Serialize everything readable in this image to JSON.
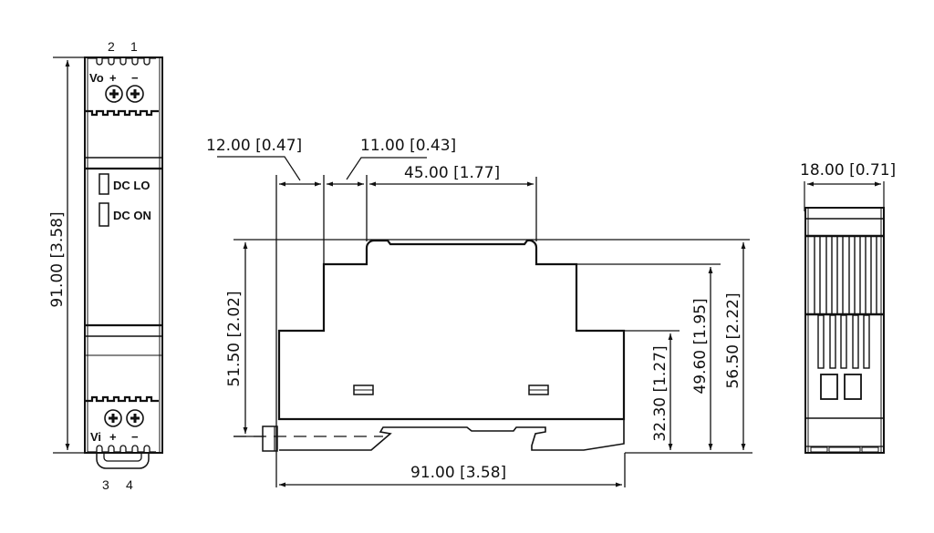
{
  "drawing": {
    "type": "mechanical dimension drawing (DIN rail power supply)",
    "front_view": {
      "output_terminals": {
        "pins": [
          "2",
          "1"
        ],
        "label": "Vo",
        "polarity": [
          "+",
          "−"
        ]
      },
      "input_terminals": {
        "pins": [
          "3",
          "4"
        ],
        "label": "Vi",
        "polarity": [
          "+",
          "−"
        ]
      },
      "leds": [
        {
          "label": "DC LO"
        },
        {
          "label": "DC ON"
        }
      ],
      "height_dim": "91.00 [3.58]"
    },
    "side_view": {
      "top_dims": [
        {
          "label": "12.00 [0.47]"
        },
        {
          "label": "11.00 [0.43]"
        },
        {
          "label": "45.00 [1.77]"
        }
      ],
      "left_dim": "51.50 [2.02]",
      "right_dims": [
        {
          "label": "32.30 [1.27]"
        },
        {
          "label": "49.60 [1.95]"
        },
        {
          "label": "56.50 [2.22]"
        }
      ],
      "bottom_dim": "91.00 [3.58]"
    },
    "end_view": {
      "width_dim": "18.00 [0.71]"
    }
  }
}
